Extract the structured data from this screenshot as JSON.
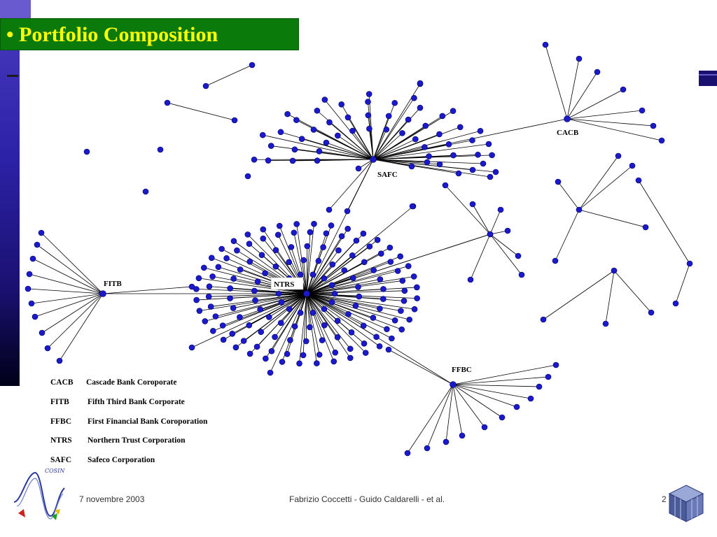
{
  "slide": {
    "title": "• Portfolio Composition",
    "footer_date": "7 novembre 2003",
    "footer_authors": "Fabrizio Coccetti - Guido Caldarelli - et al.",
    "footer_page": "2",
    "logo_text": "COSIN"
  },
  "colors": {
    "title_bg": "#0a7a0a",
    "title_text": "#ffff00",
    "node": "#1a1acc",
    "edge": "#000000"
  },
  "network": {
    "hub_labels": {
      "CACB": "CACB",
      "SAFC": "SAFC",
      "NTRS": "NTRS",
      "FITB": "FITB",
      "FFBC": "FFBC"
    }
  },
  "legend": [
    {
      "abbr": "CACB",
      "name": "Cascade Bank Coroporate"
    },
    {
      "abbr": "FITB",
      "name": "Fifth Third Bank Corporate"
    },
    {
      "abbr": "FFBC",
      "name": "First Financial Bank Coroporation"
    },
    {
      "abbr": "NTRS",
      "name": "Northern Trust Corporation"
    },
    {
      "abbr": "SAFC",
      "name": "Safeco Corporation"
    }
  ]
}
